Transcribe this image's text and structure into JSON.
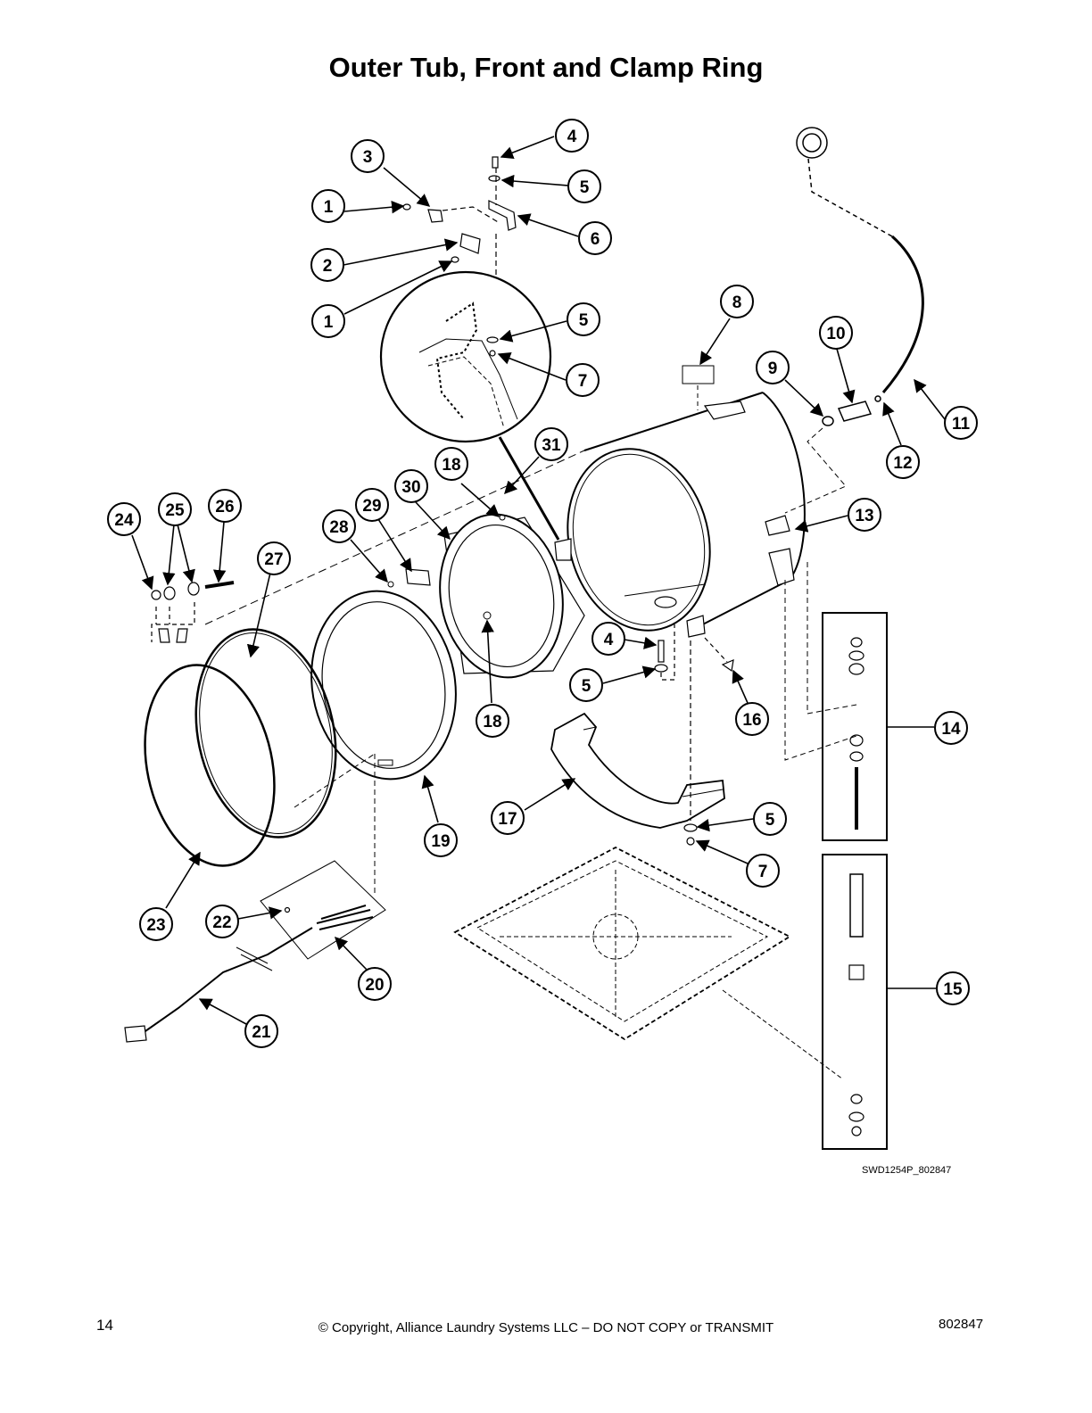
{
  "title": "Outer Tub, Front and Clamp Ring",
  "drawing_id": "SWD1254P_802847",
  "footer": {
    "page_number": "14",
    "copyright": "© Copyright, Alliance Laundry Systems LLC – DO NOT COPY or TRANSMIT",
    "document_number": "802847"
  },
  "callouts": {
    "c1a": "1",
    "c1b": "1",
    "c2": "2",
    "c3": "3",
    "c4a": "4",
    "c4b": "4",
    "c5a": "5",
    "c5b": "5",
    "c5c": "5",
    "c5d": "5",
    "c6": "6",
    "c7a": "7",
    "c7b": "7",
    "c8": "8",
    "c9": "9",
    "c10": "10",
    "c11": "11",
    "c12": "12",
    "c13": "13",
    "c14": "14",
    "c15": "15",
    "c16": "16",
    "c17": "17",
    "c18a": "18",
    "c18b": "18",
    "c19": "19",
    "c20": "20",
    "c21": "21",
    "c22": "22",
    "c23": "23",
    "c24": "24",
    "c25": "25",
    "c26": "26",
    "c27": "27",
    "c28": "28",
    "c29": "29",
    "c30": "30",
    "c31": "31"
  }
}
